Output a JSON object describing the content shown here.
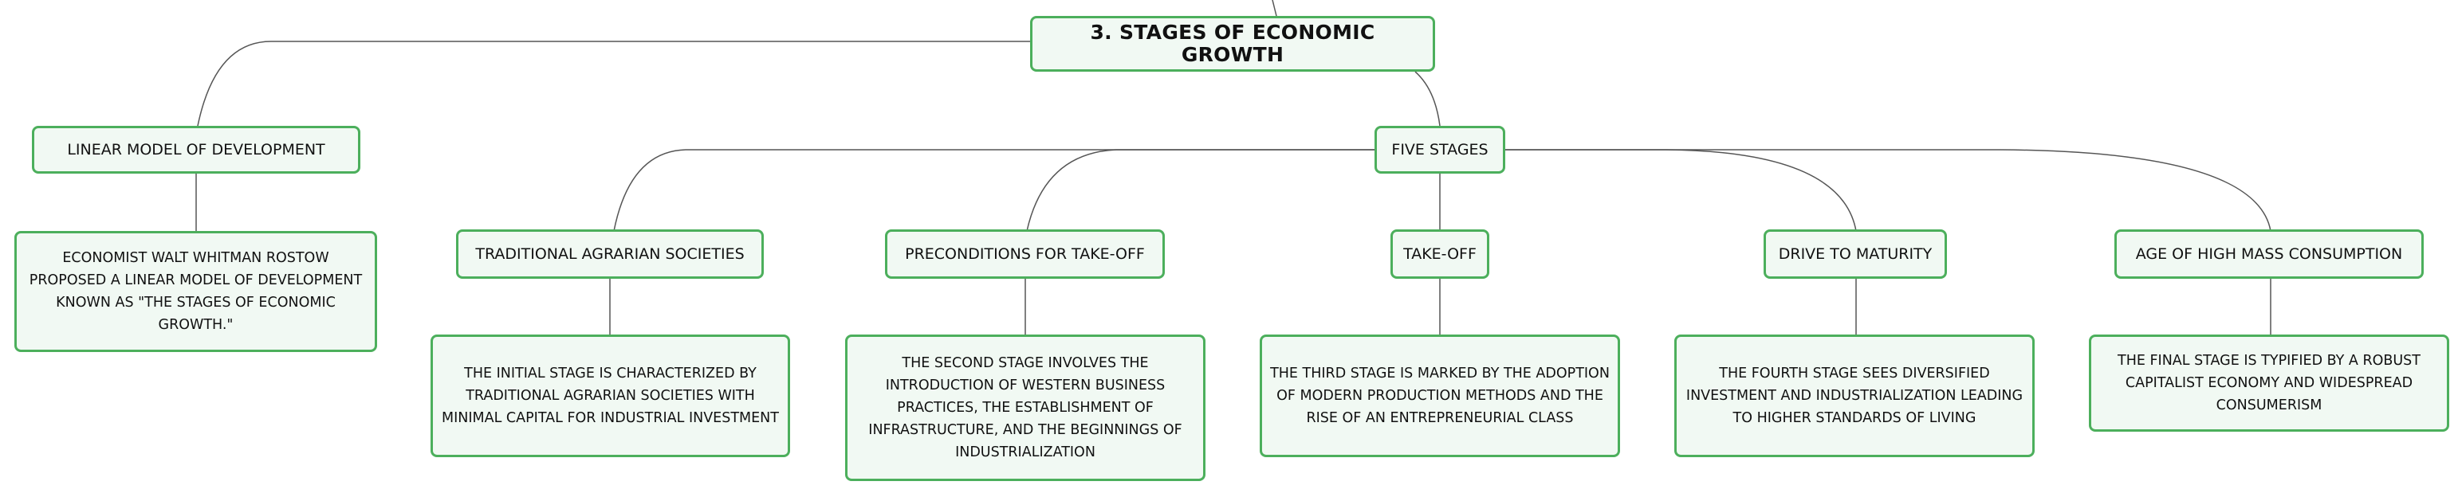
{
  "root": {
    "title": "3. STAGES OF ECONOMIC GROWTH"
  },
  "linear_model": {
    "label": "LINEAR MODEL OF DEVELOPMENT",
    "detail": "ECONOMIST WALT WHITMAN ROSTOW PROPOSED A LINEAR MODEL OF DEVELOPMENT KNOWN AS \"THE STAGES OF ECONOMIC GROWTH.\""
  },
  "five_stages": {
    "label": "FIVE STAGES",
    "stages": [
      {
        "label": "TRADITIONAL AGRARIAN SOCIETIES",
        "detail": "THE INITIAL STAGE IS CHARACTERIZED BY TRADITIONAL AGRARIAN SOCIETIES WITH MINIMAL CAPITAL FOR INDUSTRIAL INVESTMENT"
      },
      {
        "label": "PRECONDITIONS FOR TAKE-OFF",
        "detail": "THE SECOND STAGE INVOLVES THE INTRODUCTION OF WESTERN BUSINESS PRACTICES, THE ESTABLISHMENT OF INFRASTRUCTURE, AND THE BEGINNINGS OF INDUSTRIALIZATION"
      },
      {
        "label": "TAKE-OFF",
        "detail": "THE THIRD STAGE IS MARKED BY THE ADOPTION OF MODERN PRODUCTION METHODS AND THE RISE OF AN ENTREPRENEURIAL CLASS"
      },
      {
        "label": "DRIVE TO MATURITY",
        "detail": "THE FOURTH STAGE SEES DIVERSIFIED INVESTMENT AND INDUSTRIALIZATION LEADING TO HIGHER STANDARDS OF LIVING"
      },
      {
        "label": "AGE OF HIGH MASS CONSUMPTION",
        "detail": "THE FINAL STAGE IS TYPIFIED BY A ROBUST CAPITALIST ECONOMY AND WIDESPREAD CONSUMERISM"
      }
    ]
  },
  "colors": {
    "border": "#4caf5c",
    "fill": "#f1f9f3",
    "line": "#555555",
    "text": "#111111"
  }
}
